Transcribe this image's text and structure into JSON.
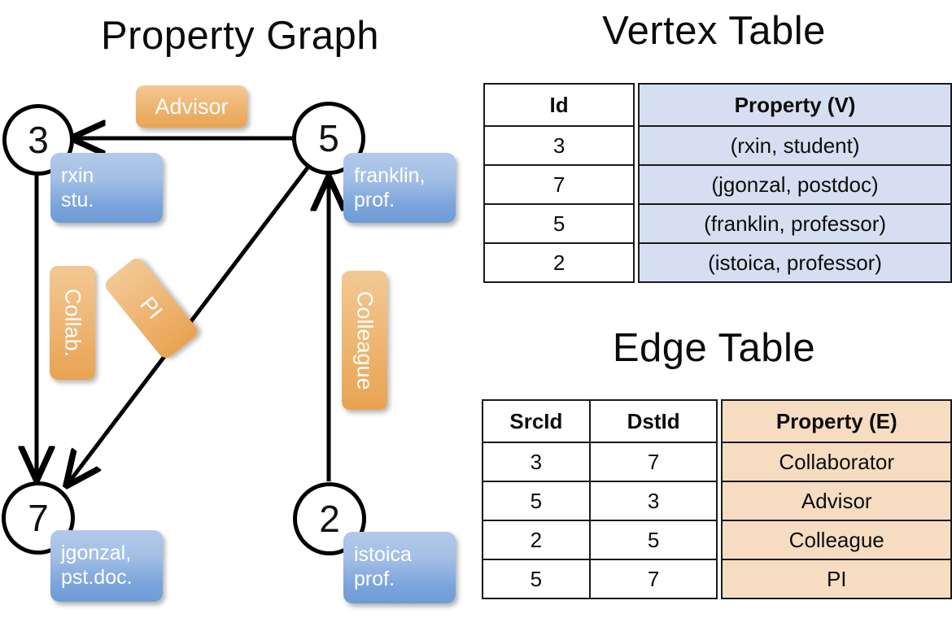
{
  "titles": {
    "property_graph": "Property Graph",
    "vertex_table": "Vertex Table",
    "edge_table": "Edge Table"
  },
  "graph": {
    "nodes": [
      {
        "id": "3",
        "property_line1": "rxin",
        "property_line2": "stu."
      },
      {
        "id": "5",
        "property_line1": "franklin,",
        "property_line2": "prof."
      },
      {
        "id": "7",
        "property_line1": "jgonzal,",
        "property_line2": "pst.doc."
      },
      {
        "id": "2",
        "property_line1": "istoica",
        "property_line2": "prof."
      }
    ],
    "edge_labels": [
      {
        "name": "advisor",
        "text": "Advisor"
      },
      {
        "name": "collab",
        "text": "Collab."
      },
      {
        "name": "pi",
        "text": "PI"
      },
      {
        "name": "colleague",
        "text": "Colleague"
      }
    ]
  },
  "vertex_table": {
    "headers": [
      "Id",
      "Property (V)"
    ],
    "rows": [
      {
        "id": "3",
        "property": "(rxin, student)"
      },
      {
        "id": "7",
        "property": "(jgonzal, postdoc)"
      },
      {
        "id": "5",
        "property": "(franklin, professor)"
      },
      {
        "id": "2",
        "property": "(istoica, professor)"
      }
    ]
  },
  "edge_table": {
    "headers": [
      "SrcId",
      "DstId",
      "Property (E)"
    ],
    "rows": [
      {
        "src": "3",
        "dst": "7",
        "property": "Collaborator"
      },
      {
        "src": "5",
        "dst": "3",
        "property": "Advisor"
      },
      {
        "src": "2",
        "dst": "5",
        "property": "Colleague"
      },
      {
        "src": "5",
        "dst": "7",
        "property": "PI"
      }
    ]
  },
  "colors": {
    "vertex_property_fill": "#d5dff1",
    "edge_property_fill": "#f6ddc2",
    "node_box_blue": "#6e9bd7",
    "edge_label_orange": "#e8a352",
    "stroke": "#000000"
  }
}
